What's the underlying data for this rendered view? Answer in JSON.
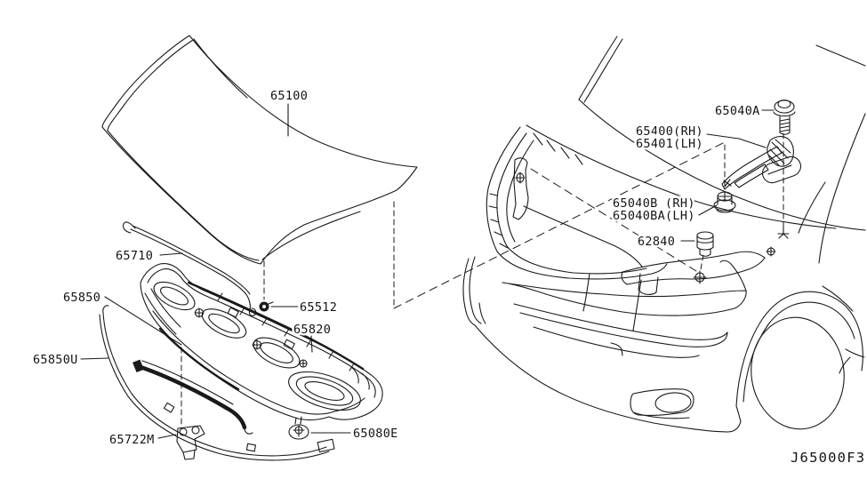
{
  "diagram": {
    "code": "J65000F3",
    "colors": {
      "background": "#ffffff",
      "line": "#1a1a1a"
    },
    "labels": [
      {
        "id": "65100",
        "text": "65100"
      },
      {
        "id": "65710",
        "text": "65710"
      },
      {
        "id": "65850",
        "text": "65850"
      },
      {
        "id": "65850U",
        "text": "65850U"
      },
      {
        "id": "65722M",
        "text": "65722M"
      },
      {
        "id": "65512",
        "text": "65512"
      },
      {
        "id": "65820",
        "text": "65820"
      },
      {
        "id": "65080E",
        "text": "65080E"
      },
      {
        "id": "65040A",
        "text": "65040A"
      },
      {
        "id": "65400RH",
        "text": "65400(RH)"
      },
      {
        "id": "65401LH",
        "text": "65401(LH)"
      },
      {
        "id": "65040B",
        "text": "65040B (RH)"
      },
      {
        "id": "65040BA",
        "text": "65040BA(LH)"
      },
      {
        "id": "62840",
        "text": "62840"
      }
    ]
  }
}
